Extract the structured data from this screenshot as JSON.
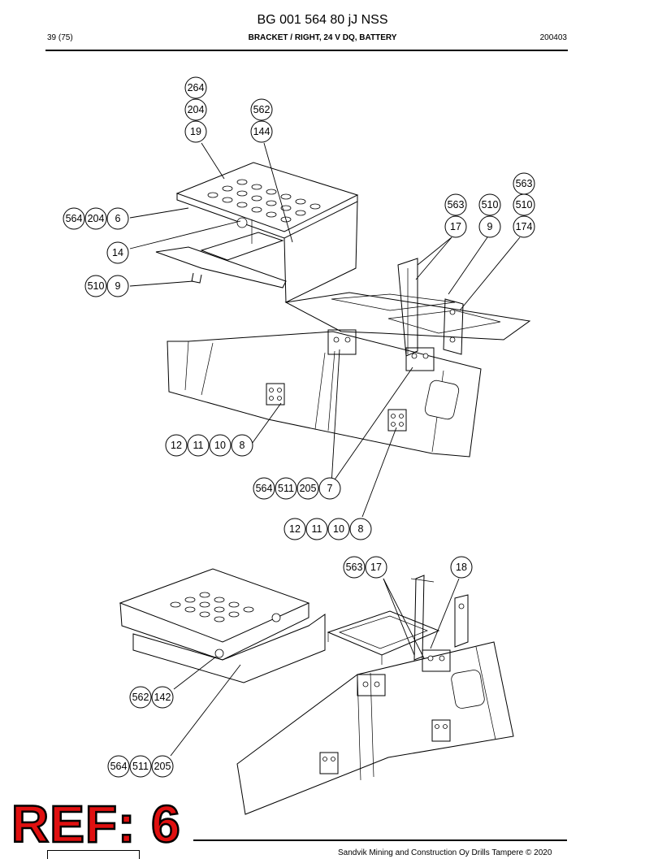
{
  "header": {
    "doc_title": "BG 001 564 80 jJ NSS",
    "page_number": "39 (75)",
    "section_title": "BRACKET / RIGHT, 24 V DQ, BATTERY",
    "date_code": "200403"
  },
  "stamp": {
    "text": "REF: 6",
    "color": "#e01010"
  },
  "footer": {
    "copyright": "Sandvik Mining and Construction Oy Drills Tampere © 2020"
  },
  "callouts_upper": [
    [
      "264"
    ],
    [
      "204"
    ],
    [
      "19"
    ],
    [
      "562"
    ],
    [
      "144"
    ],
    [
      "563"
    ],
    [
      "563"
    ],
    [
      "510"
    ],
    [
      "510"
    ],
    [
      "17"
    ],
    [
      "9"
    ],
    [
      "174"
    ],
    [
      "564",
      "204",
      "6"
    ],
    [
      "14"
    ],
    [
      "510",
      "9"
    ],
    [
      "12",
      "11",
      "10",
      "8"
    ],
    [
      "564",
      "511",
      "205",
      "7"
    ],
    [
      "12",
      "11",
      "10",
      "8"
    ]
  ],
  "callouts_lower": [
    [
      "563",
      "17"
    ],
    [
      "18"
    ],
    [
      "562",
      "142"
    ],
    [
      "564",
      "511",
      "205"
    ]
  ]
}
